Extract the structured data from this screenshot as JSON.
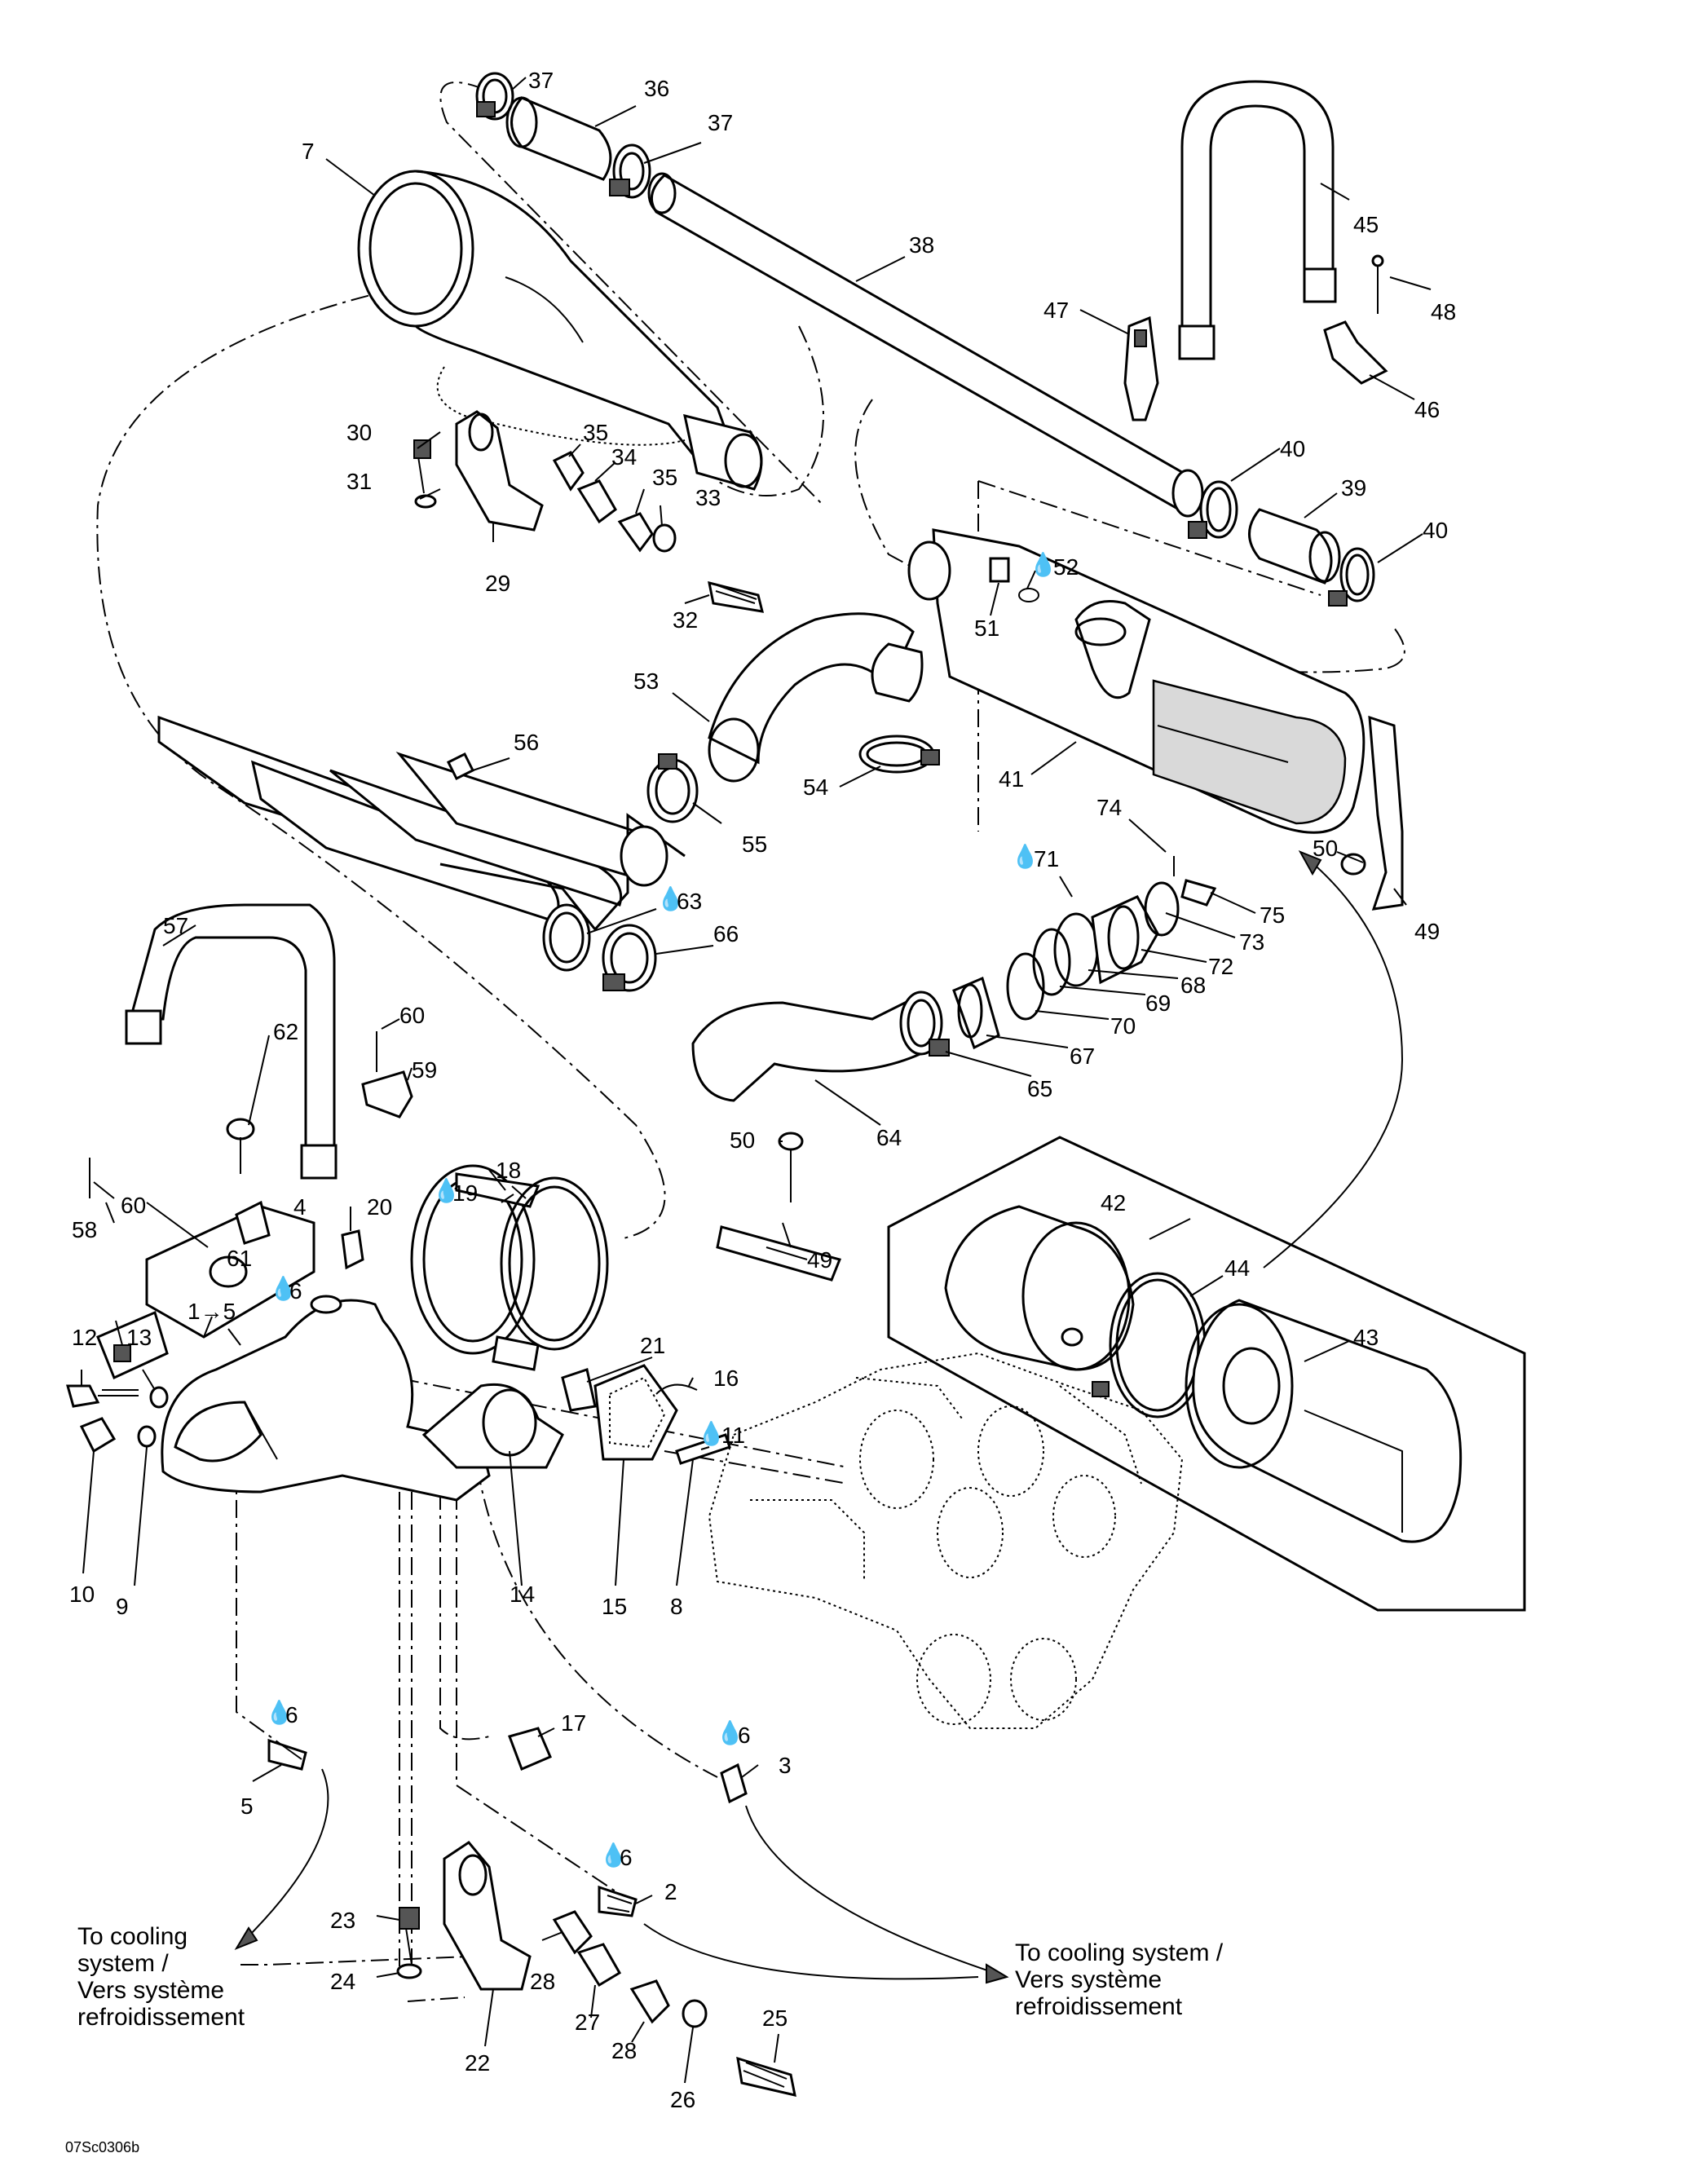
{
  "diagram": {
    "labels": {
      "p1_5": "1→5",
      "p2": "2",
      "p3": "3",
      "p4": "4",
      "p5": "5",
      "p6a": "6",
      "p6b": "6",
      "p6c": "6",
      "p6d": "6",
      "p7": "7",
      "p8": "8",
      "p9": "9",
      "p10": "10",
      "p11": "11",
      "p12": "12",
      "p13": "13",
      "p14": "14",
      "p15": "15",
      "p16": "16",
      "p17": "17",
      "p18": "18",
      "p19": "19",
      "p20": "20",
      "p21": "21",
      "p22": "22",
      "p23": "23",
      "p24": "24",
      "p25": "25",
      "p26": "26",
      "p27": "27",
      "p28a": "28",
      "p28b": "28",
      "p29": "29",
      "p30": "30",
      "p31": "31",
      "p32": "32",
      "p33": "33",
      "p34": "34",
      "p35a": "35",
      "p35b": "35",
      "p36": "36",
      "p37a": "37",
      "p37b": "37",
      "p38": "38",
      "p39": "39",
      "p40a": "40",
      "p40b": "40",
      "p41": "41",
      "p42": "42",
      "p43": "43",
      "p44": "44",
      "p45": "45",
      "p46": "46",
      "p47": "47",
      "p48": "48",
      "p49a": "49",
      "p49b": "49",
      "p50a": "50",
      "p50b": "50",
      "p51": "51",
      "p52": "52",
      "p53": "53",
      "p54": "54",
      "p55": "55",
      "p56": "56",
      "p57": "57",
      "p58": "58",
      "p59": "59",
      "p60a": "60",
      "p60b": "60",
      "p61": "61",
      "p62": "62",
      "p63": "63",
      "p64": "64",
      "p65": "65",
      "p66": "66",
      "p67": "67",
      "p68": "68",
      "p69": "69",
      "p70": "70",
      "p71": "71",
      "p72": "72",
      "p73": "73",
      "p74": "74",
      "p75": "75"
    },
    "notes": {
      "cooling_left": [
        "To cooling",
        "system /",
        "Vers système",
        "refroidissement"
      ],
      "cooling_right": [
        "To cooling system /",
        "Vers système",
        "refroidissement"
      ]
    },
    "reference_code": "07Sc0306b"
  }
}
